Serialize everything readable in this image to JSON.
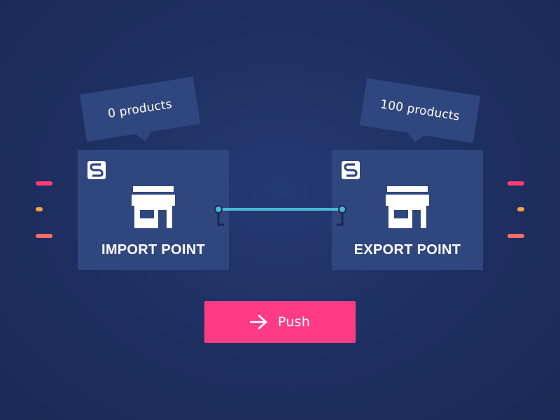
{
  "import_point": {
    "tooltip": "0 products",
    "label": "IMPORT POINT",
    "icon": "storefront-icon",
    "logo_icon": "s-logo-icon"
  },
  "export_point": {
    "tooltip": "100 products",
    "label": "EXPORT POINT",
    "icon": "storefront-icon",
    "logo_icon": "s-logo-icon"
  },
  "push_button": {
    "label": "Push",
    "icon": "arrow-right-icon"
  },
  "colors": {
    "background": "#1d2f60",
    "card": "#30467e",
    "connector": "#4bb7d6",
    "push": "#ff3b85",
    "dash_pink": "#ff3b7a",
    "dash_orange": "#f5a545",
    "dash_coral": "#ff6a6a"
  }
}
